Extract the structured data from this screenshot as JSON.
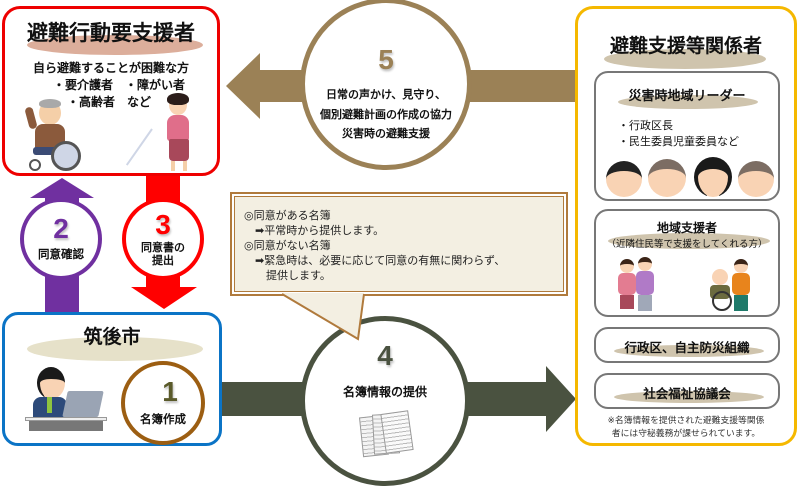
{
  "vulnerable_box": {
    "title": "避難行動要支援者",
    "description": "自ら避難することが困難な方",
    "categories_line1": "・要介護者　・障がい者",
    "categories_line2": "・高齢者　など",
    "border_color": "#ee0000"
  },
  "step5": {
    "number": "5",
    "lines": [
      "日常の声かけ、見守り、",
      "個別避難計画の作成の協力",
      "災害時の避難支援"
    ],
    "color": "#9b8156"
  },
  "supporters_box": {
    "title": "避難支援等関係者",
    "border_color": "#f5b800",
    "groups": [
      {
        "title": "災害時地域リーダー",
        "items": [
          "・行政区長",
          "・民生委員児童委員など"
        ]
      },
      {
        "title": "地域支援者",
        "subtitle": "（近隣住民等で支援をしてくれる方）"
      },
      {
        "title": "行政区、自主防災組織"
      },
      {
        "title": "社会福祉協議会"
      }
    ],
    "note_line1": "※名簿情報を提供された避難支援等関係",
    "note_line2": "者には守秘義務が課せられています。"
  },
  "step2": {
    "number": "2",
    "label": "同意確認",
    "color": "#7030a0"
  },
  "step3": {
    "number": "3",
    "label_line1": "同意書の",
    "label_line2": "提出",
    "color": "#ff0000"
  },
  "city_box": {
    "title": "筑後市",
    "border_color": "#0b74c6"
  },
  "step1": {
    "number": "1",
    "label": "名簿作成",
    "color": "#9c5e12"
  },
  "bubble": {
    "line1": "◎同意がある名簿",
    "line2": "　➡平常時から提供します。",
    "line3": "◎同意がない名簿",
    "line4": "　➡緊急時は、必要に応じて同意の有無に関わらず、",
    "line5": "　　提供します。"
  },
  "step4": {
    "number": "4",
    "label": "名簿情報の提供",
    "color": "#4a5240"
  }
}
